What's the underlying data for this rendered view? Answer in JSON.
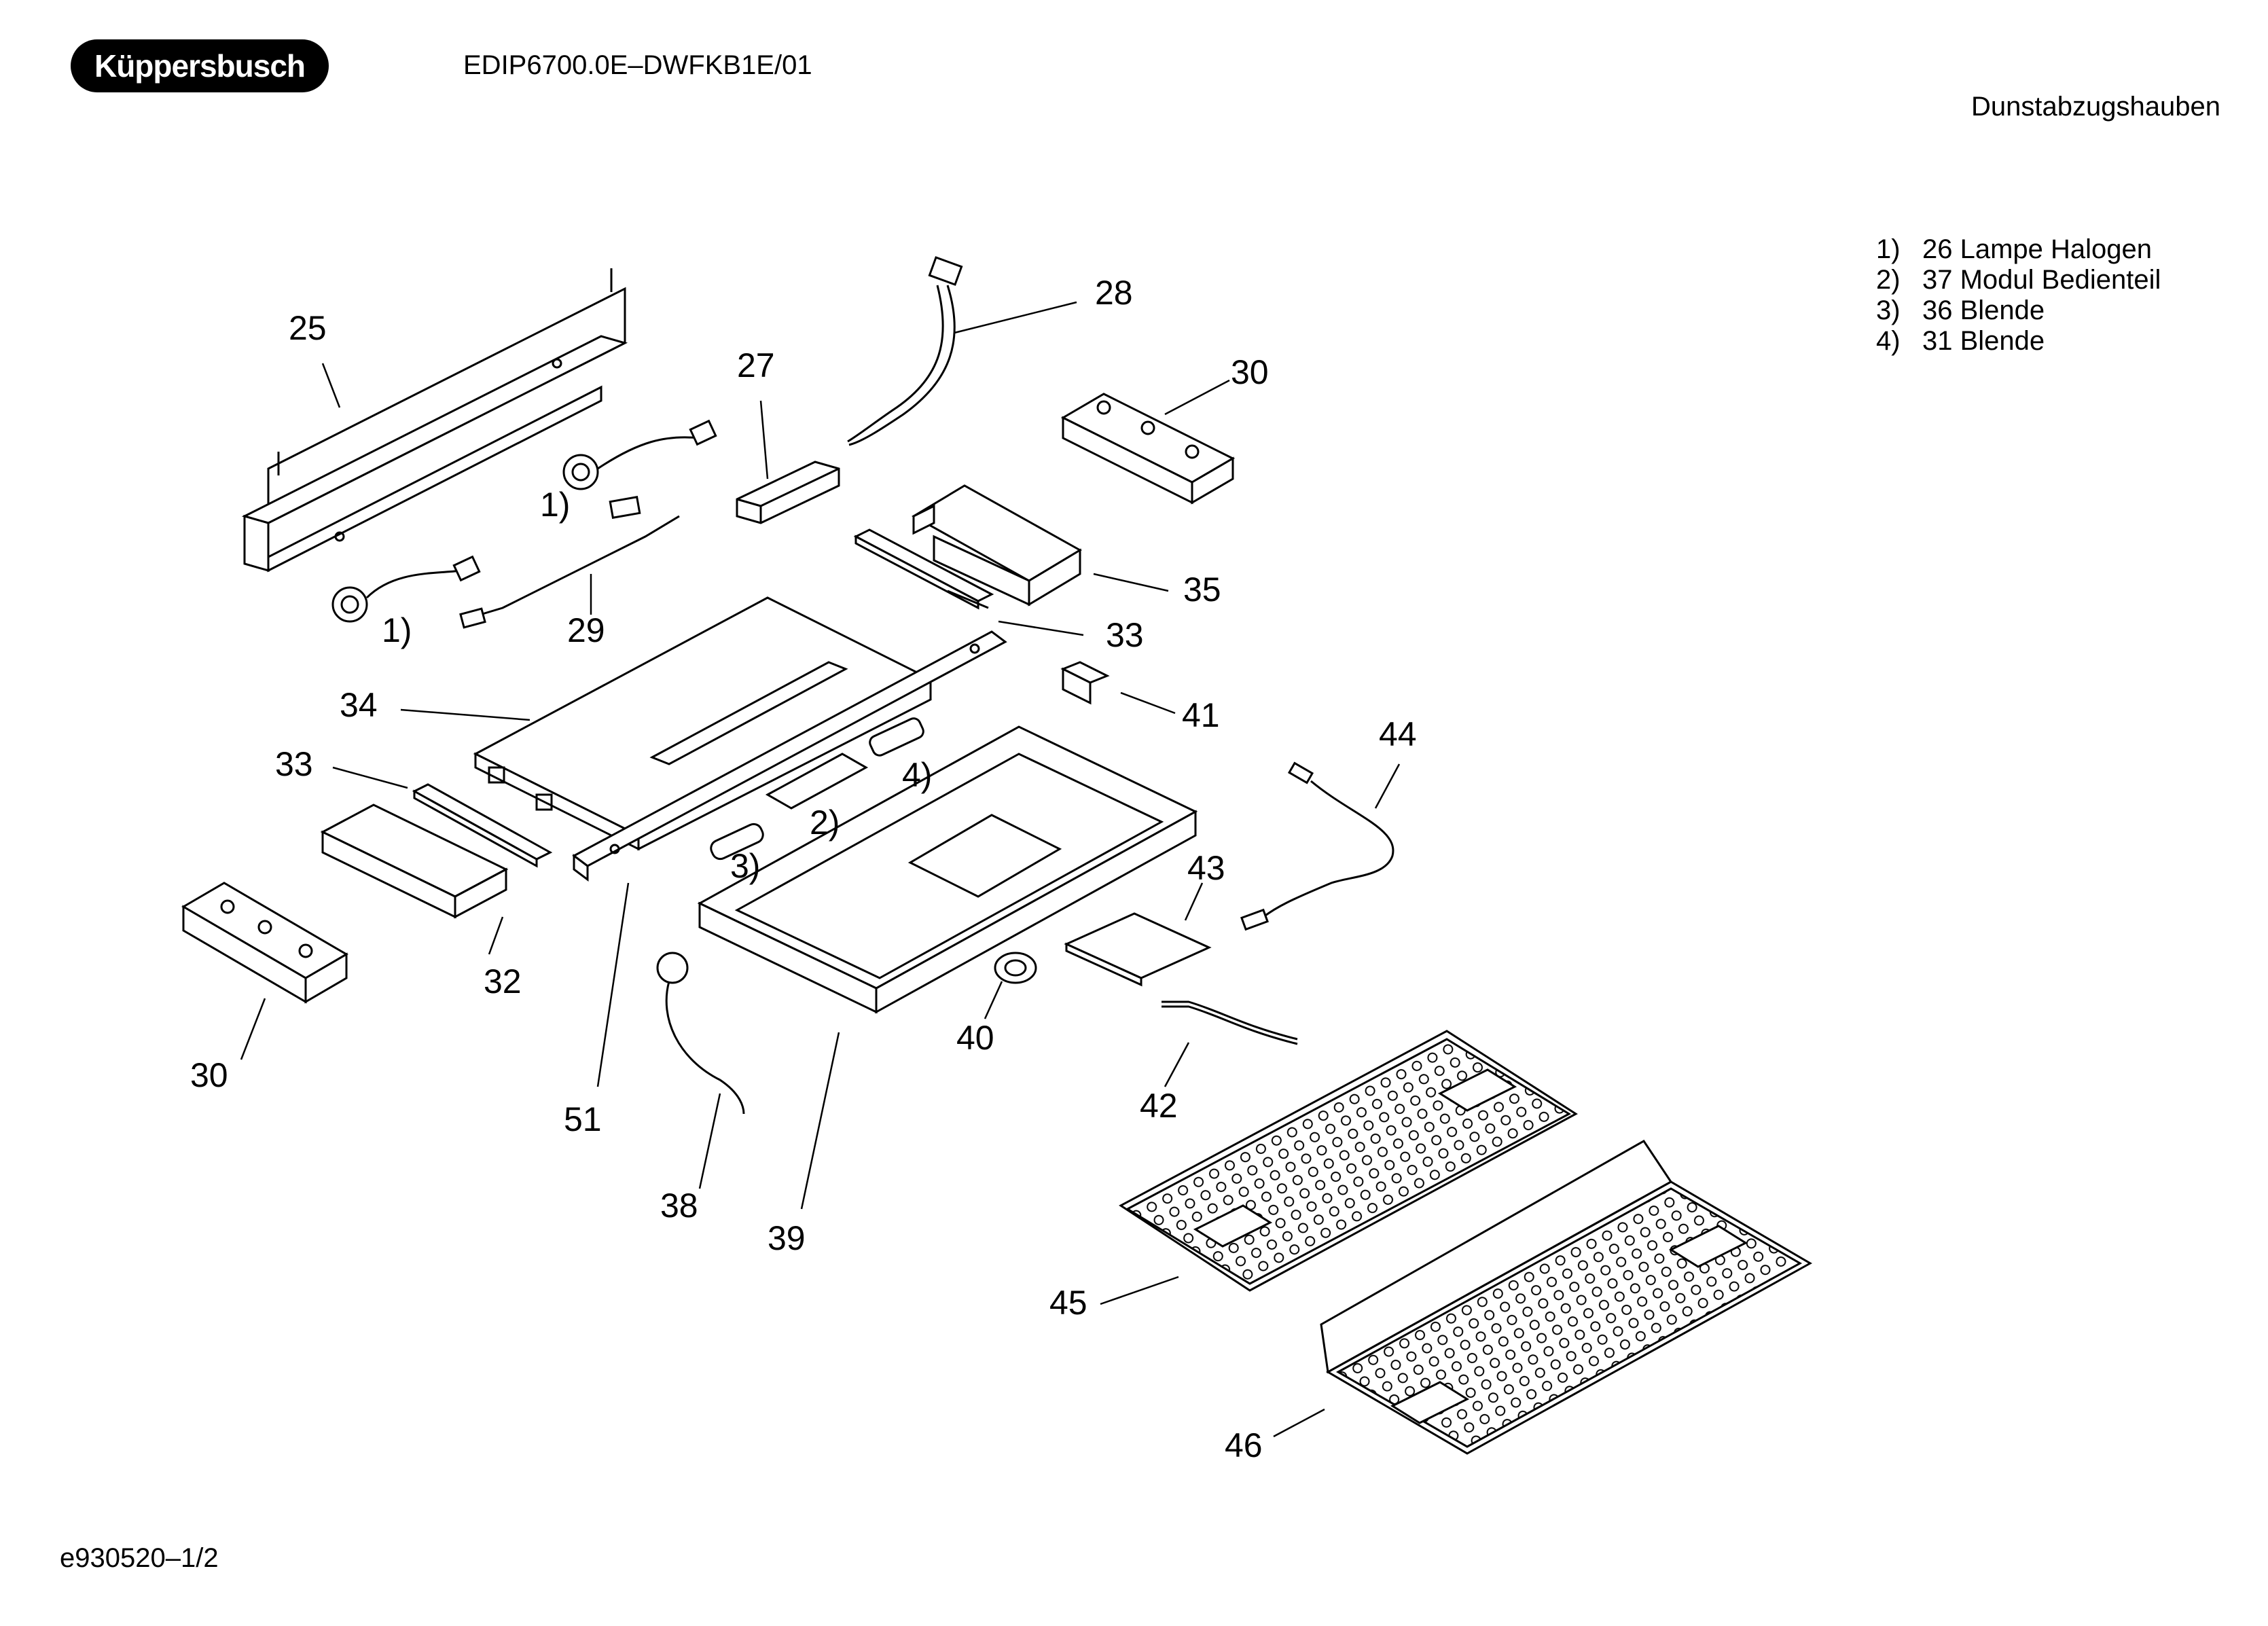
{
  "header": {
    "logo": "Küppersbusch",
    "model": "EDIP6700.0E–DWFKB1E/01",
    "category": "Dunstabzugshauben"
  },
  "legend": [
    {
      "key": "1)",
      "text": "26 Lampe Halogen"
    },
    {
      "key": "2)",
      "text": "37 Modul Bedienteil"
    },
    {
      "key": "3)",
      "text": "36 Blende"
    },
    {
      "key": "4)",
      "text": "31 Blende"
    }
  ],
  "callouts": {
    "c25": "25",
    "c27": "27",
    "c28": "28",
    "c30a": "30",
    "c30b": "30",
    "c1a": "1)",
    "c1b": "1)",
    "c29": "29",
    "c35": "35",
    "c33a": "33",
    "c33b": "33",
    "c34": "34",
    "c41": "41",
    "c44": "44",
    "c4": "4)",
    "c2": "2)",
    "c3": "3)",
    "c43": "43",
    "c32": "32",
    "c51": "51",
    "c40": "40",
    "c42": "42",
    "c38": "38",
    "c39": "39",
    "c45": "45",
    "c46": "46"
  },
  "footer": {
    "docref": "e930520–1/2"
  }
}
